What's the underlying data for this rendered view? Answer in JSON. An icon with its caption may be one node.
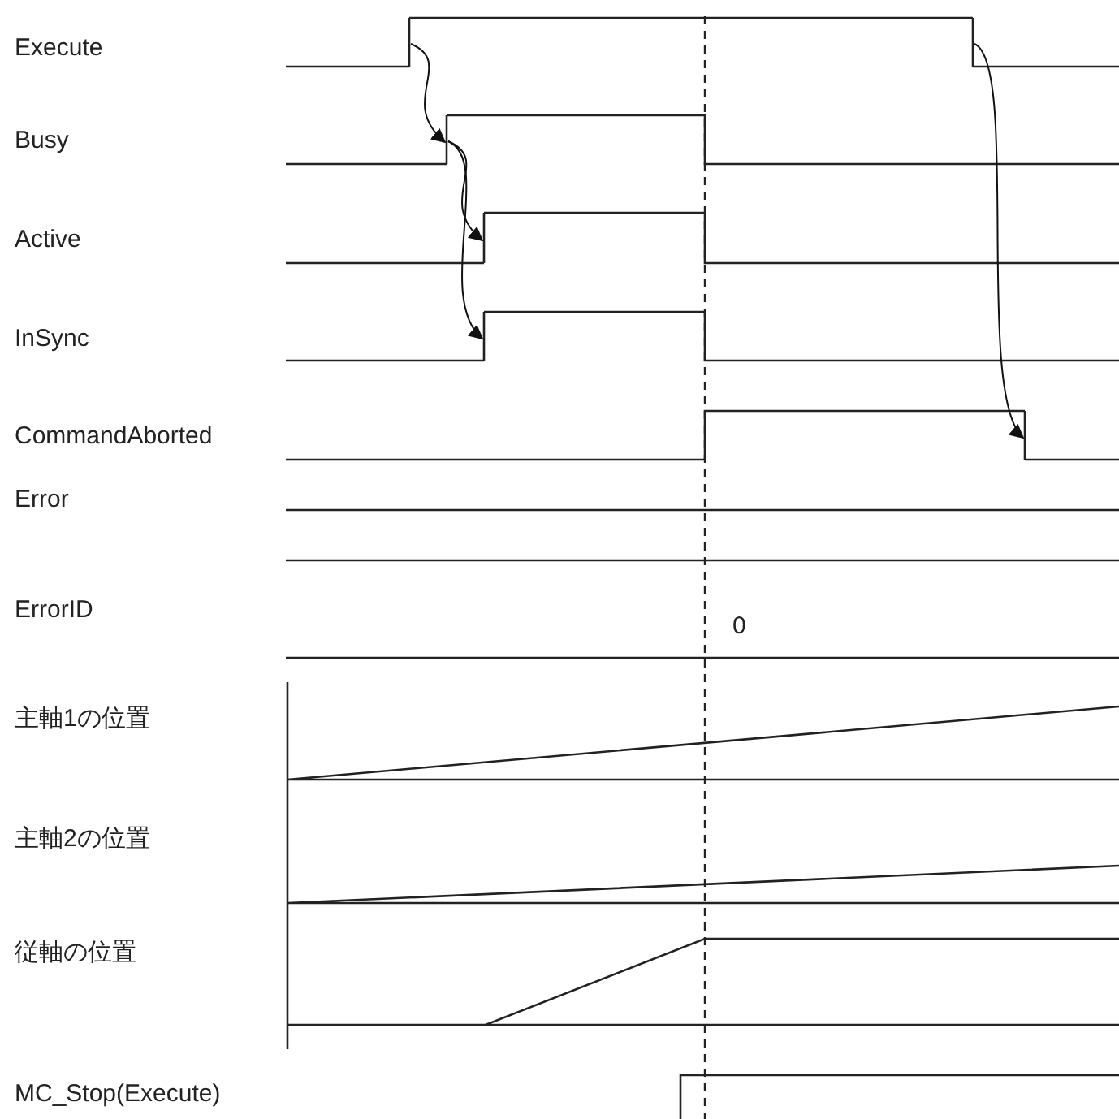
{
  "diagram": {
    "nodes": [
      {
        "text": [],
        "shape": "bar"
      },
      {
        "text": [],
        "shape": "bar"
      },
      {
        "text": [],
        "shape": "bar"
      },
      {
        "text": [],
        "shape": "bar"
      },
      {
        "text": [],
        "shape": "bar"
      },
      {
        "text": [],
        "shape": "bar"
      }
    ],
    "edges": [
      {
        "from": 0,
        "to": 2,
        "arrow": "to"
      },
      {
        "from": 2,
        "to": 3,
        "arrow": "to"
      },
      {
        "from": 2,
        "to": 4,
        "arrow": "to"
      },
      {
        "from": 1,
        "to": 5,
        "arrow": "to"
      }
    ],
    "labels": [
      "Execute",
      "Busy",
      "Active",
      "InSync",
      "CommandAborted",
      "Error",
      "ErrorID",
      "0",
      "主軸1の位置",
      "主軸2の位置",
      "従軸の位置",
      "MC_Stop(Execute)"
    ]
  }
}
